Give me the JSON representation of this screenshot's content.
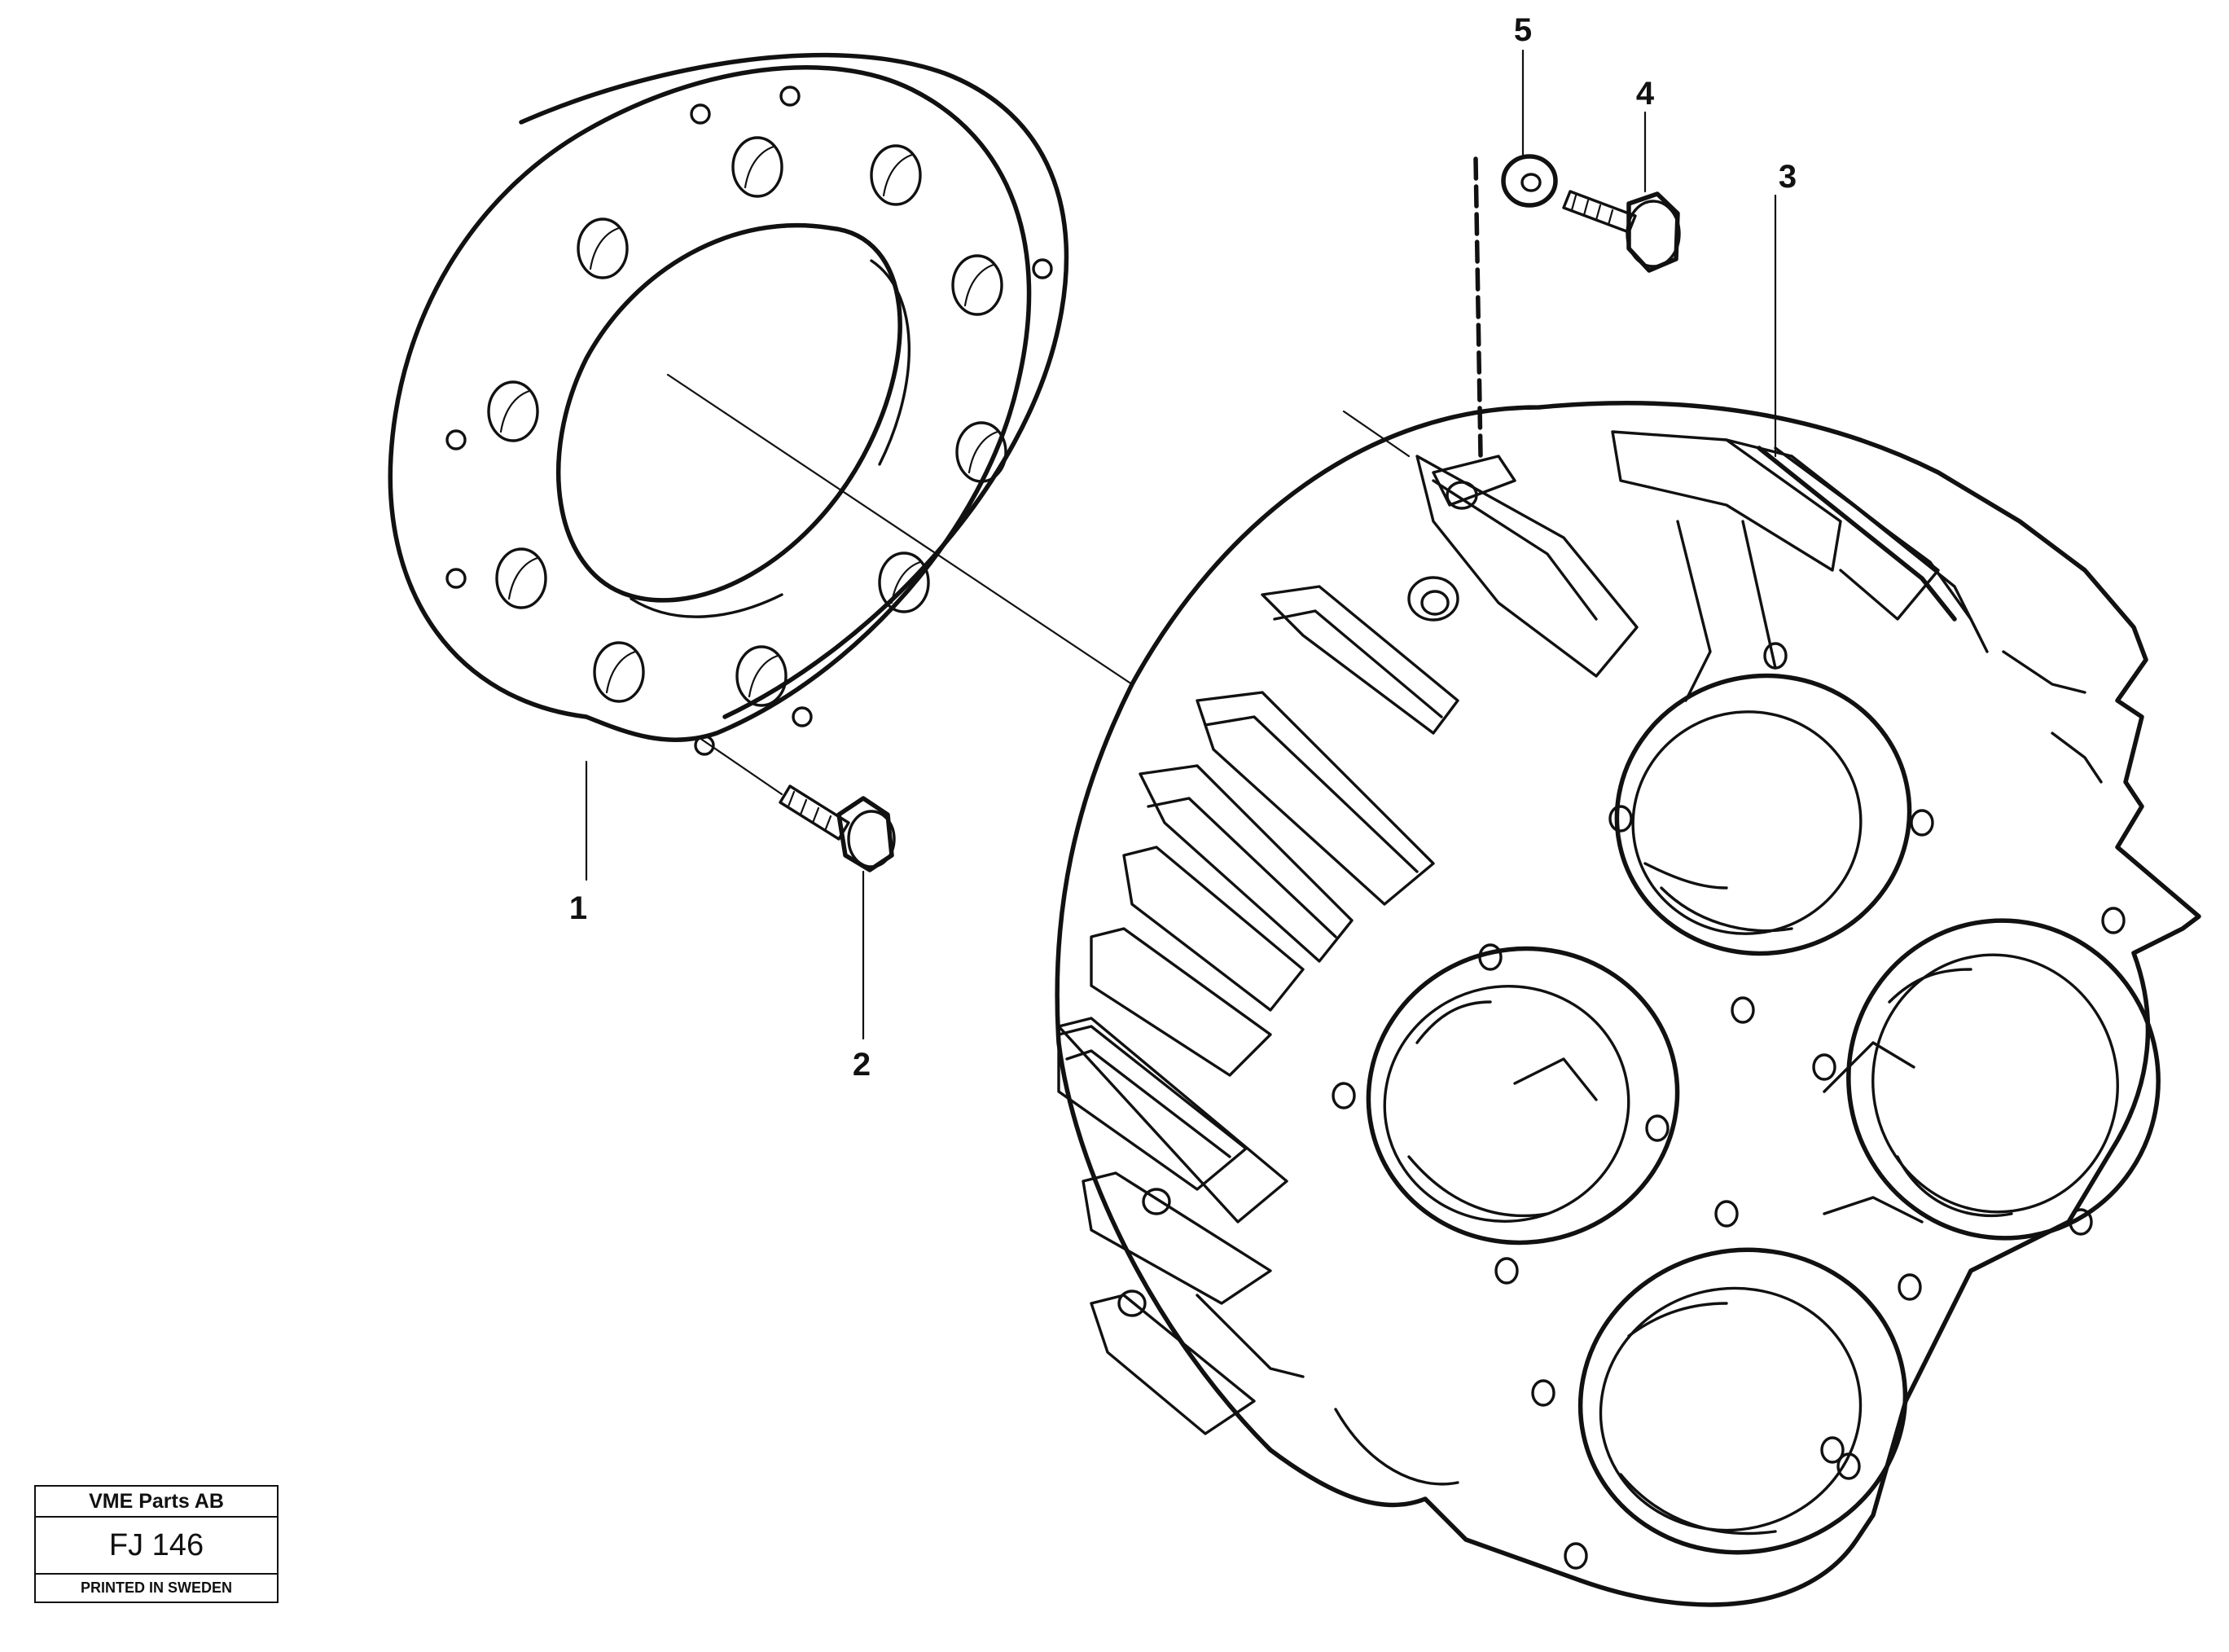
{
  "callouts": [
    {
      "id": "1",
      "text": "1"
    },
    {
      "id": "2",
      "text": "2"
    },
    {
      "id": "3",
      "text": "3"
    },
    {
      "id": "4",
      "text": "4"
    },
    {
      "id": "5",
      "text": "5"
    }
  ],
  "title_block": {
    "company": "VME Parts AB",
    "code": "FJ 146",
    "printed": "PRINTED IN SWEDEN"
  }
}
